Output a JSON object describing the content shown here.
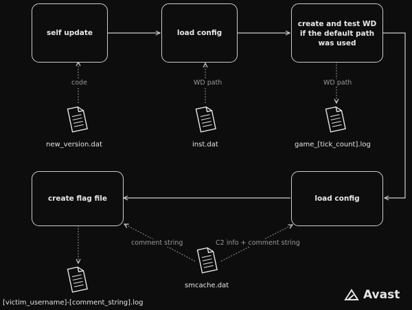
{
  "nodes": {
    "self_update": "self update",
    "load_config_top": "load config",
    "create_test_wd": "create and test WD if the default path was used",
    "create_flag_file": "create flag file",
    "load_config_bottom": "load config"
  },
  "files": {
    "new_version": "new_version.dat",
    "inst": "inst.dat",
    "game_log": "game_[tick_count].log",
    "smcache": "smcache.dat",
    "victim_log": "[victim_username]-[comment_string].log"
  },
  "edge_labels": {
    "code": "code",
    "wd_path_1": "WD path",
    "wd_path_2": "WD path",
    "comment_string": "comment string",
    "c2_info": "C2 info + comment string"
  },
  "brand": {
    "name": "Avast"
  },
  "colors": {
    "background": "#0d0d0d",
    "line": "#cfcfcf",
    "label": "#9a9a9a"
  }
}
